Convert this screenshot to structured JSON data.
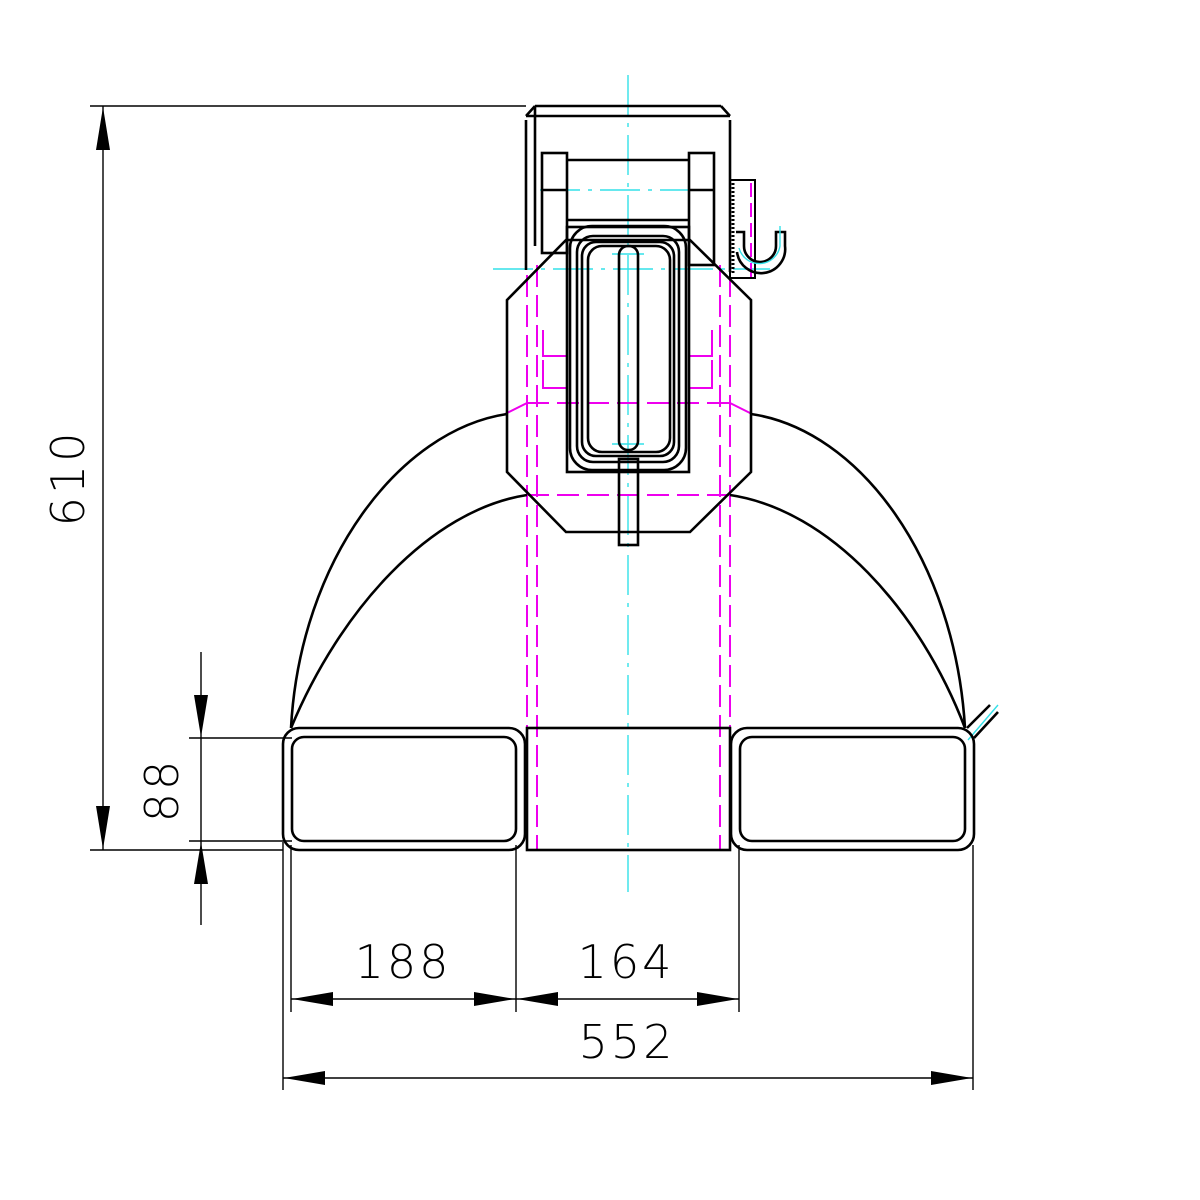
{
  "drawing": {
    "type": "technical-drawing",
    "view": "front elevation",
    "colors": {
      "outline": "#000000",
      "hidden_lines": "#ee00ee",
      "center_lines": "#33e0e8",
      "background": "#ffffff"
    }
  },
  "dimensions": {
    "overall_height": {
      "value": "610",
      "orientation": "vertical"
    },
    "fork_pocket_height": {
      "value": "88",
      "orientation": "vertical"
    },
    "left_pocket_width": {
      "value": "188",
      "orientation": "horizontal"
    },
    "center_gap_width": {
      "value": "164",
      "orientation": "horizontal"
    },
    "overall_width": {
      "value": "552",
      "orientation": "horizontal"
    }
  },
  "components": [
    {
      "name": "top-mounting-bracket"
    },
    {
      "name": "clamp-housing"
    },
    {
      "name": "handle-loop"
    },
    {
      "name": "side-hook"
    },
    {
      "name": "arched-bow"
    },
    {
      "name": "left-fork-pocket"
    },
    {
      "name": "center-block"
    },
    {
      "name": "right-fork-pocket"
    }
  ]
}
